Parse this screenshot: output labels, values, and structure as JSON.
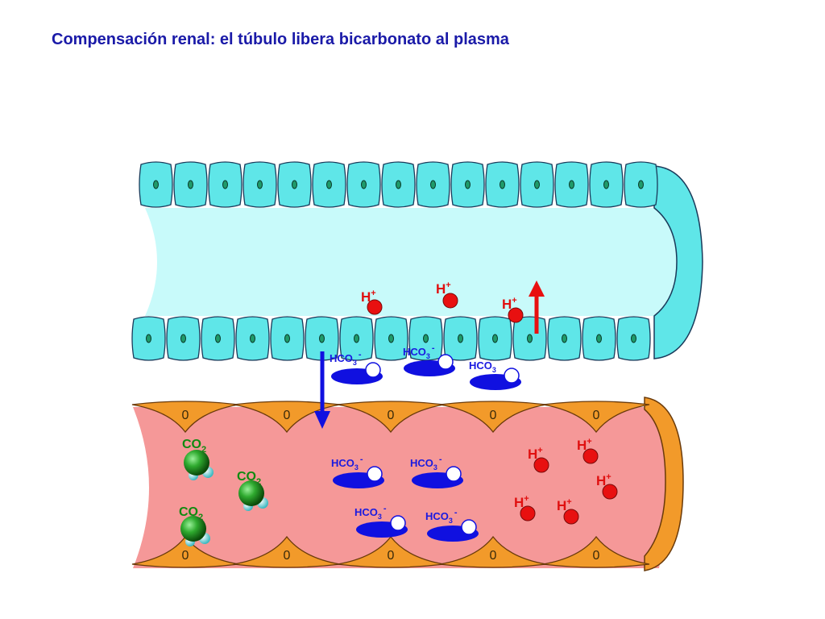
{
  "title": "Compensación renal: el túbulo libera bicarbonato al plasma",
  "labels": {
    "h_plus": "H",
    "h_sup": "+",
    "hco3": "HCO",
    "hco3_sub": "3",
    "hco3_sup": "-",
    "co2": "CO",
    "co2_sub": "2",
    "nucleus": "0"
  },
  "colors": {
    "title": "#1a1aa8",
    "tubule_cell": "#5fe6e8",
    "tubule_lumen": "#c8fafa",
    "cell_outline": "#1a3a5a",
    "nucleus": "#1f9a6a",
    "endothelial": "#f29a2a",
    "plasma": "#f59898",
    "h_ion": "#e81010",
    "bicarbonate": "#1010e0",
    "co2_molecule": "#1f9a1f",
    "arrow_up": "#e81010",
    "arrow_down": "#1010e0"
  }
}
